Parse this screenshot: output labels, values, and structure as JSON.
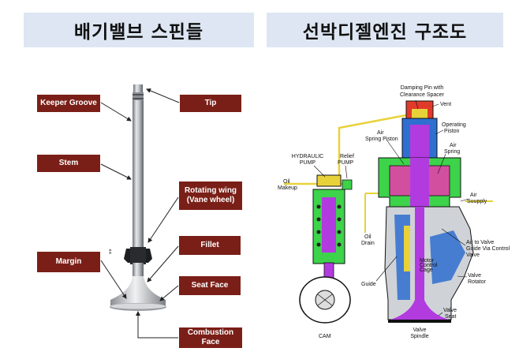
{
  "titles": {
    "left": "배기밸브 스핀들",
    "right": "선박디젤엔진 구조도"
  },
  "valve_labels": {
    "keeper_groove": "Keeper Groove",
    "tip": "Tip",
    "stem": "Stem",
    "rotating_wing_1": "Rotating wing",
    "rotating_wing_2": "(Vane wheel)",
    "fillet": "Fillet",
    "margin": "Margin",
    "seat_face": "Seat Face",
    "combustion_face": "Combustion Face"
  },
  "engine_labels": {
    "damping_pin_1": "Damping Pin with",
    "damping_pin_2": "Clearance Spacer",
    "vent": "Vent",
    "operating_piston_1": "Operating",
    "operating_piston_2": "Piston",
    "air_spring_piston_1": "Air",
    "air_spring_piston_2": "Spring Piston",
    "air_spring_1": "Air",
    "air_spring_2": "Spring",
    "hydraulic_pump_1": "HYDRAULIC",
    "hydraulic_pump_2": "PUMP",
    "relief_pump_1": "Relief",
    "relief_pump_2": "PUMP",
    "oil_makeup_1": "Oil",
    "oil_makeup_2": "Makeup",
    "air_supply_1": "Air",
    "air_supply_2": "Suupply",
    "oil_drain_1": "Oil",
    "oil_drain_2": "Drain",
    "air_to_valve_1": "Air to Valve",
    "air_to_valve_2": "Guide Via Control",
    "air_to_valve_3": "Valve",
    "guide": "Guide",
    "motor_control_1": "Motor",
    "motor_control_2": "Control",
    "motor_control_3": "Cage",
    "valve_rotator_1": "Valve",
    "valve_rotator_2": "Rotator",
    "valve_seat_1": "Valve",
    "valve_seat_2": "Seat",
    "valve_spindle_1": "Valve",
    "valve_spindle_2": "Spindle",
    "cam": "CAM"
  },
  "colors": {
    "label_bg": "#7a1f17",
    "title_bg": "#dde6f2",
    "oil_yellow": "#e8d23a",
    "air_green": "#3dd34a",
    "spindle_purple": "#b23be0",
    "piston_magenta": "#d24fa0",
    "water_blue": "#2f6fd0",
    "vent_red": "#e23a2a"
  }
}
